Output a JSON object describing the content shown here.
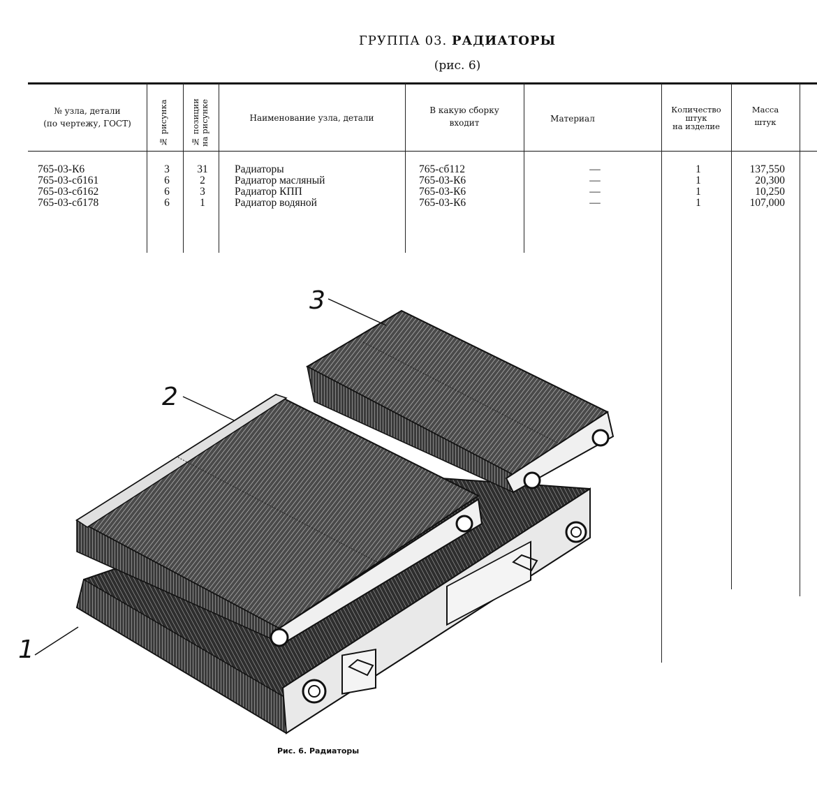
{
  "title": {
    "prefix": "ГРУППА 03.",
    "main": "РАДИАТОРЫ"
  },
  "subtitle": "(рис. 6)",
  "headers": {
    "part_no_1": "№ узла, детали",
    "part_no_2": "(по  чертежу,  ГОСТ)",
    "fig_no": "№ рисунка",
    "pos_1": "№ позиции",
    "pos_2": "на рисунке",
    "name": "Наименование  узла,  детали",
    "assembly_1": "В  какую  сборку",
    "assembly_2": "входит",
    "material": "Материал",
    "qty_1": "Количество",
    "qty_2": "штук",
    "qty_3": "на  изделие",
    "mass_1": "Масса",
    "mass_2": "штук"
  },
  "rows": [
    {
      "part_no": "765-03-К6",
      "fig": "3",
      "pos": "31",
      "name": "Радиаторы",
      "assembly": "765-сб112",
      "material": "—",
      "qty": "1",
      "mass": "137,550"
    },
    {
      "part_no": "765-03-сб161",
      "fig": "6",
      "pos": "2",
      "name": "Радиатор  масляный",
      "assembly": "765-03-К6",
      "material": "—",
      "qty": "1",
      "mass": "20,300"
    },
    {
      "part_no": "765-03-сб162",
      "fig": "6",
      "pos": "3",
      "name": "Радиатор  КПП",
      "assembly": "765-03-К6",
      "material": "—",
      "qty": "1",
      "mass": "10,250"
    },
    {
      "part_no": "765-03-сб178",
      "fig": "6",
      "pos": "1",
      "name": "Радиатор  водяной",
      "assembly": "765-03-К6",
      "material": "—",
      "qty": "1",
      "mass": "107,000"
    }
  ],
  "figure": {
    "callouts": [
      "1",
      "2",
      "3"
    ],
    "caption": "Рис. 6.  Радиаторы"
  }
}
